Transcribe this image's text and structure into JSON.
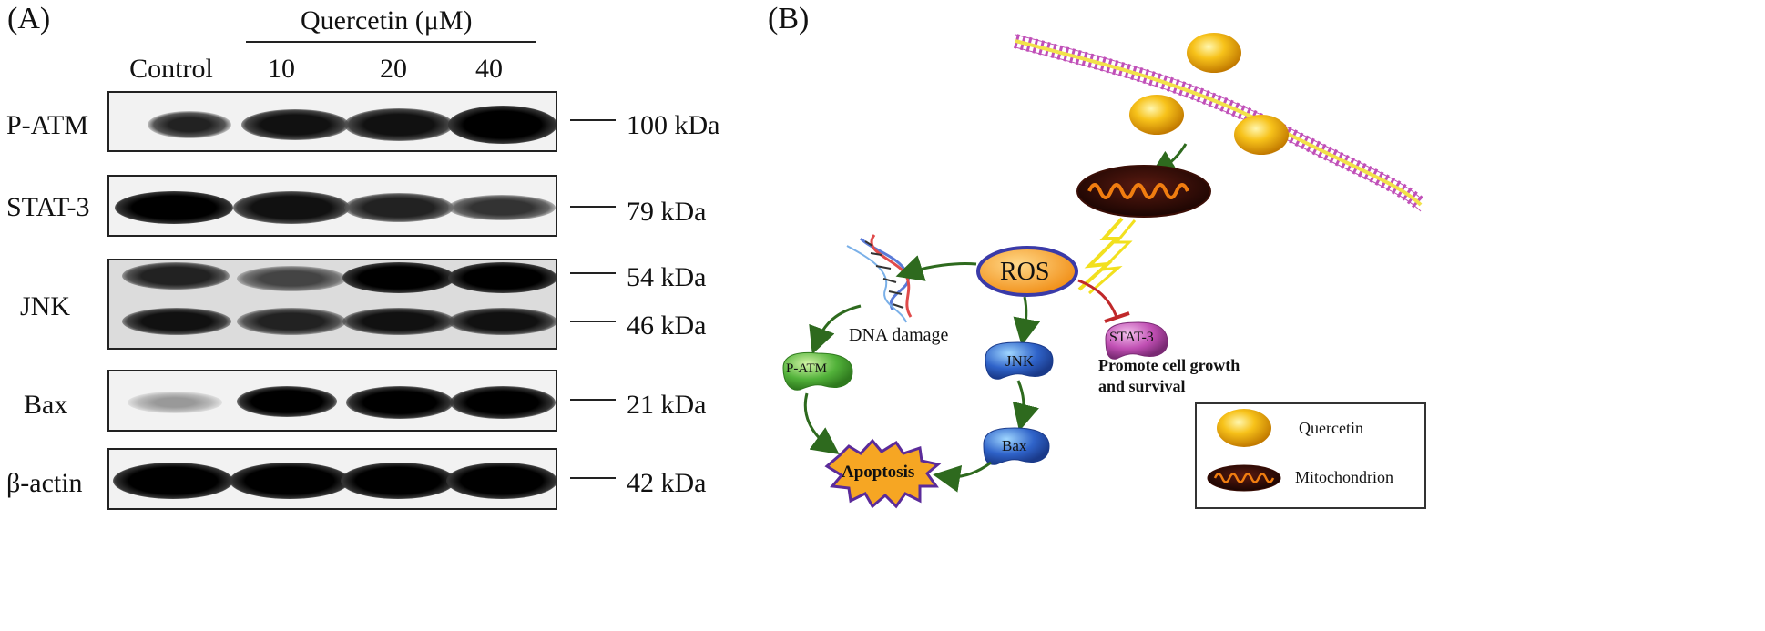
{
  "panel_a": {
    "label": "(A)",
    "treatment": "Quercetin (μM)",
    "lanes": [
      "Control",
      "10",
      "20",
      "40"
    ],
    "rows": [
      {
        "name": "P-ATM",
        "markers": [
          "100 kDa"
        ],
        "intensities": [
          0.55,
          0.85,
          0.9,
          1.0
        ]
      },
      {
        "name": "STAT-3",
        "markers": [
          "79 kDa"
        ],
        "intensities": [
          1.0,
          0.9,
          0.75,
          0.6
        ]
      },
      {
        "name": "JNK",
        "markers": [
          "54 kDa",
          "46 kDa"
        ],
        "intensities_upper": [
          0.75,
          0.6,
          0.95,
          1.0
        ],
        "intensities_lower": [
          0.85,
          0.75,
          0.9,
          0.9
        ]
      },
      {
        "name": "Bax",
        "markers": [
          "21 kDa"
        ],
        "intensities": [
          0.2,
          0.9,
          0.9,
          0.9
        ]
      },
      {
        "name": "β-actin",
        "markers": [
          "42 kDa"
        ],
        "intensities": [
          1.0,
          1.0,
          1.0,
          1.0
        ]
      }
    ]
  },
  "panel_b": {
    "label": "(B)",
    "nodes": {
      "ros": "ROS",
      "dna_damage": "DNA damage",
      "jnk": "JNK",
      "p_atm": "P-ATM",
      "stat3": "STAT-3",
      "bax": "Bax",
      "apoptosis": "Apoptosis",
      "promote_line1": "Promote cell growth",
      "promote_line2": "and survival"
    },
    "legend": {
      "quercetin": "Quercetin",
      "mitochondrion": "Mitochondrion"
    },
    "colors": {
      "quercetin": "#f5b400",
      "membrane_outer": "#c050b8",
      "membrane_inner": "#f2e24a",
      "ros_fill": "#f7a531",
      "ros_border": "#3a3aa8",
      "jnk_fill": "#3a6fd1",
      "bax_fill": "#3358c4",
      "p_atm_fill": "#6cc24a",
      "stat3_fill": "#c05fb8",
      "apoptosis_fill": "#f6a623",
      "arrow_green": "#2e6a1e",
      "inhibit_red": "#c0282a",
      "lightning": "#f2e01e"
    }
  }
}
